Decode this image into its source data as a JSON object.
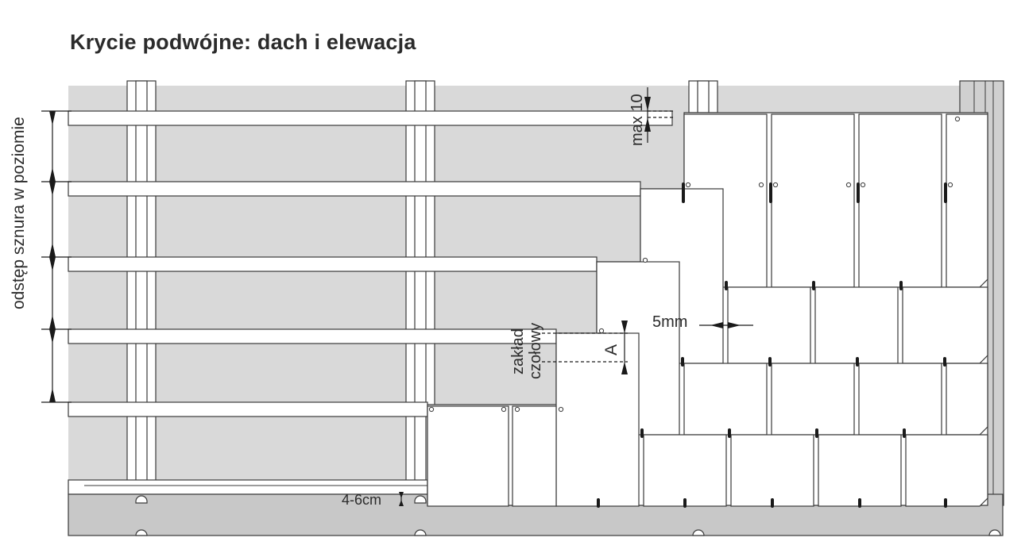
{
  "title": "Krycie podwójne: dach i elewacja",
  "labels": {
    "horizontal_spacing": "odstęp sznura w poziomie",
    "max10": "max 10",
    "gap_5mm": "5mm",
    "overlap_line1": "zakład",
    "overlap_line2": "czołowy",
    "overlap_symbol": "A",
    "bottom_gap": "4-6cm"
  },
  "colors": {
    "background_panel": "#d9d9d9",
    "base_strip": "#c8c8c8",
    "line": "#3a3a3a",
    "fill": "#ffffff"
  }
}
